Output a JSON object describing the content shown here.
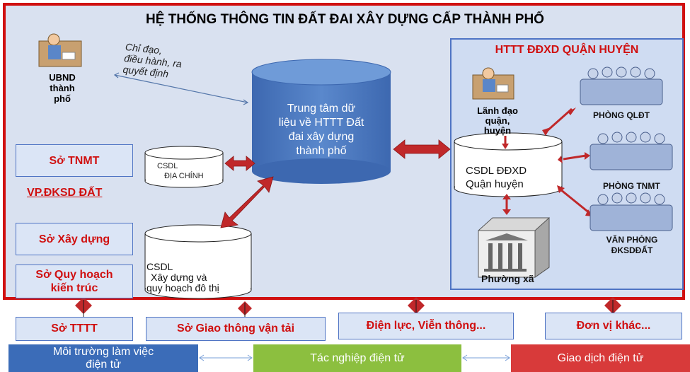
{
  "title": "HỆ THỐNG THÔNG TIN ĐẤT ĐAI XÂY DỰNG CẤP THÀNH PHỐ",
  "ubnd": {
    "label_line1": "UBND",
    "label_line2": "thành phố"
  },
  "directive": {
    "line1": "Chỉ đạo,",
    "line2": "điều hành, ra",
    "line3": "quyết định"
  },
  "data_center": {
    "line1": "Trung tâm dữ",
    "line2": "liệu về HTTT Đất",
    "line3": "đai xây dựng",
    "line4": "thành phố"
  },
  "csdl_dia_chinh": {
    "line1": "CSDL",
    "line2": "ĐỊA CHÍNH"
  },
  "csdl_xay_dung": {
    "line1": "CSDL",
    "line2": "Xây dựng và",
    "line3": "quy hoạch đô thị"
  },
  "left_units": {
    "so_tnmt": "Sở TNMT",
    "vp_dksd": "VP.ĐKSD ĐẤT",
    "so_xay_dung": "Sở Xây dựng",
    "so_quy_hoach_line1": "Sở Quy hoạch",
    "so_quy_hoach_line2": "kiến trúc"
  },
  "district": {
    "title": "HTTT ĐĐXD QUẬN HUYỆN",
    "leader_line1": "Lãnh đạo",
    "leader_line2": "quận,",
    "leader_line3": "huyện",
    "csdl_line1": "CSDL ĐĐXD",
    "csdl_line2": "Quận huyện",
    "phuong_xa": "Phường xã",
    "phong_qldt": "PHÒNG QLĐT",
    "phong_tnmt": "PHÒNG TNMT",
    "van_phong_line1": "VĂN PHÒNG",
    "van_phong_line2": "ĐKSDĐẤT"
  },
  "bottom_boxes": {
    "so_tttt": "Sở TTTT",
    "so_gtvt": "Sở Giao thông vận tải",
    "dien_luc": "Điện lực, Viễn thông...",
    "don_vi_khac": "Đơn vị khác..."
  },
  "footer": {
    "moi_truong_line1": "Môi trường làm việc",
    "moi_truong_line2": "điện tử",
    "tac_nghiep": "Tác nghiệp điện tử",
    "giao_dich": "Giao dịch điện tử"
  },
  "colors": {
    "red": "#d01010",
    "cylinder_blue": "#4a78c0",
    "footer_blue": "#3b6cb8",
    "footer_green": "#8cbf3f",
    "footer_red": "#d83a3a"
  }
}
